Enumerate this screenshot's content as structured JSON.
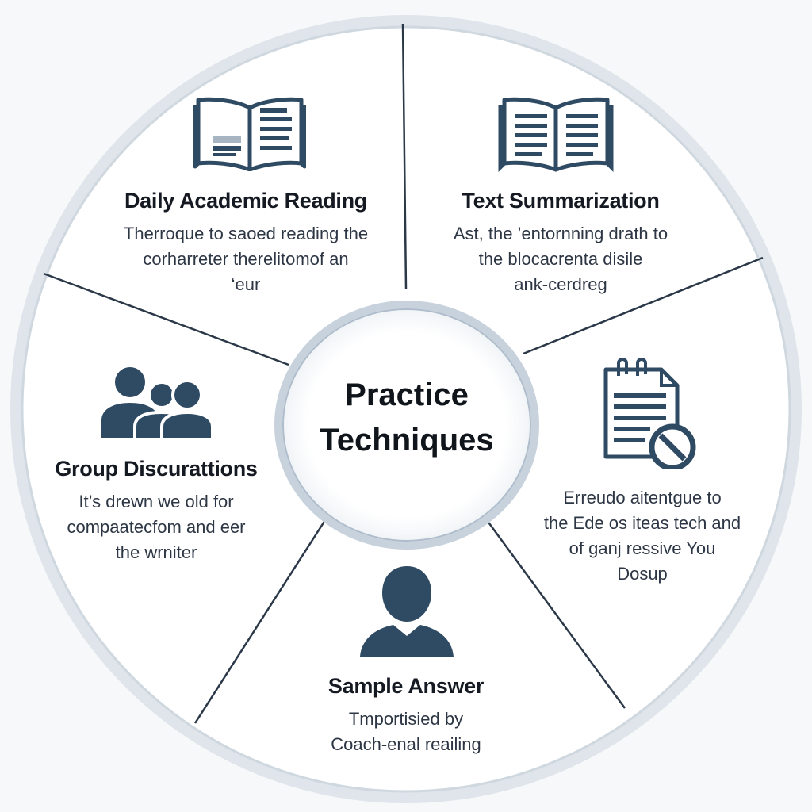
{
  "center": {
    "line1": "Practice",
    "line2": "Techniques"
  },
  "segments": [
    {
      "title": "Daily Academic Reading",
      "lines": [
        "Therroque to saoed reading the",
        "corharreter therelitomof an",
        "ʻeur"
      ],
      "icon": "open-book-icon"
    },
    {
      "title": "Text Summarization",
      "lines": [
        "Ast, the ’entornning drath to",
        "the blocacrenta disile",
        "ank-cerdreg"
      ],
      "icon": "open-book-icon"
    },
    {
      "title": "",
      "lines": [
        "Erreudo aitentgue to",
        "the Ede os iteas tech and",
        "of ganj ressive You",
        "Dosup"
      ],
      "icon": "notepad-blocked-icon"
    },
    {
      "title": "Sample Answer",
      "lines": [
        "Tmportisied by",
        "Coach-enal reailing"
      ],
      "icon": "person-icon"
    },
    {
      "title": "Group Discurattions",
      "lines": [
        "It’s drewn we old for",
        "compaatecfom and eer",
        "the wrniter"
      ],
      "icon": "group-icon"
    }
  ],
  "colors": {
    "icon": "#2f4a63",
    "divider": "#2b3848",
    "ring": "#c3ccd6",
    "background": "#f7f8fa"
  }
}
